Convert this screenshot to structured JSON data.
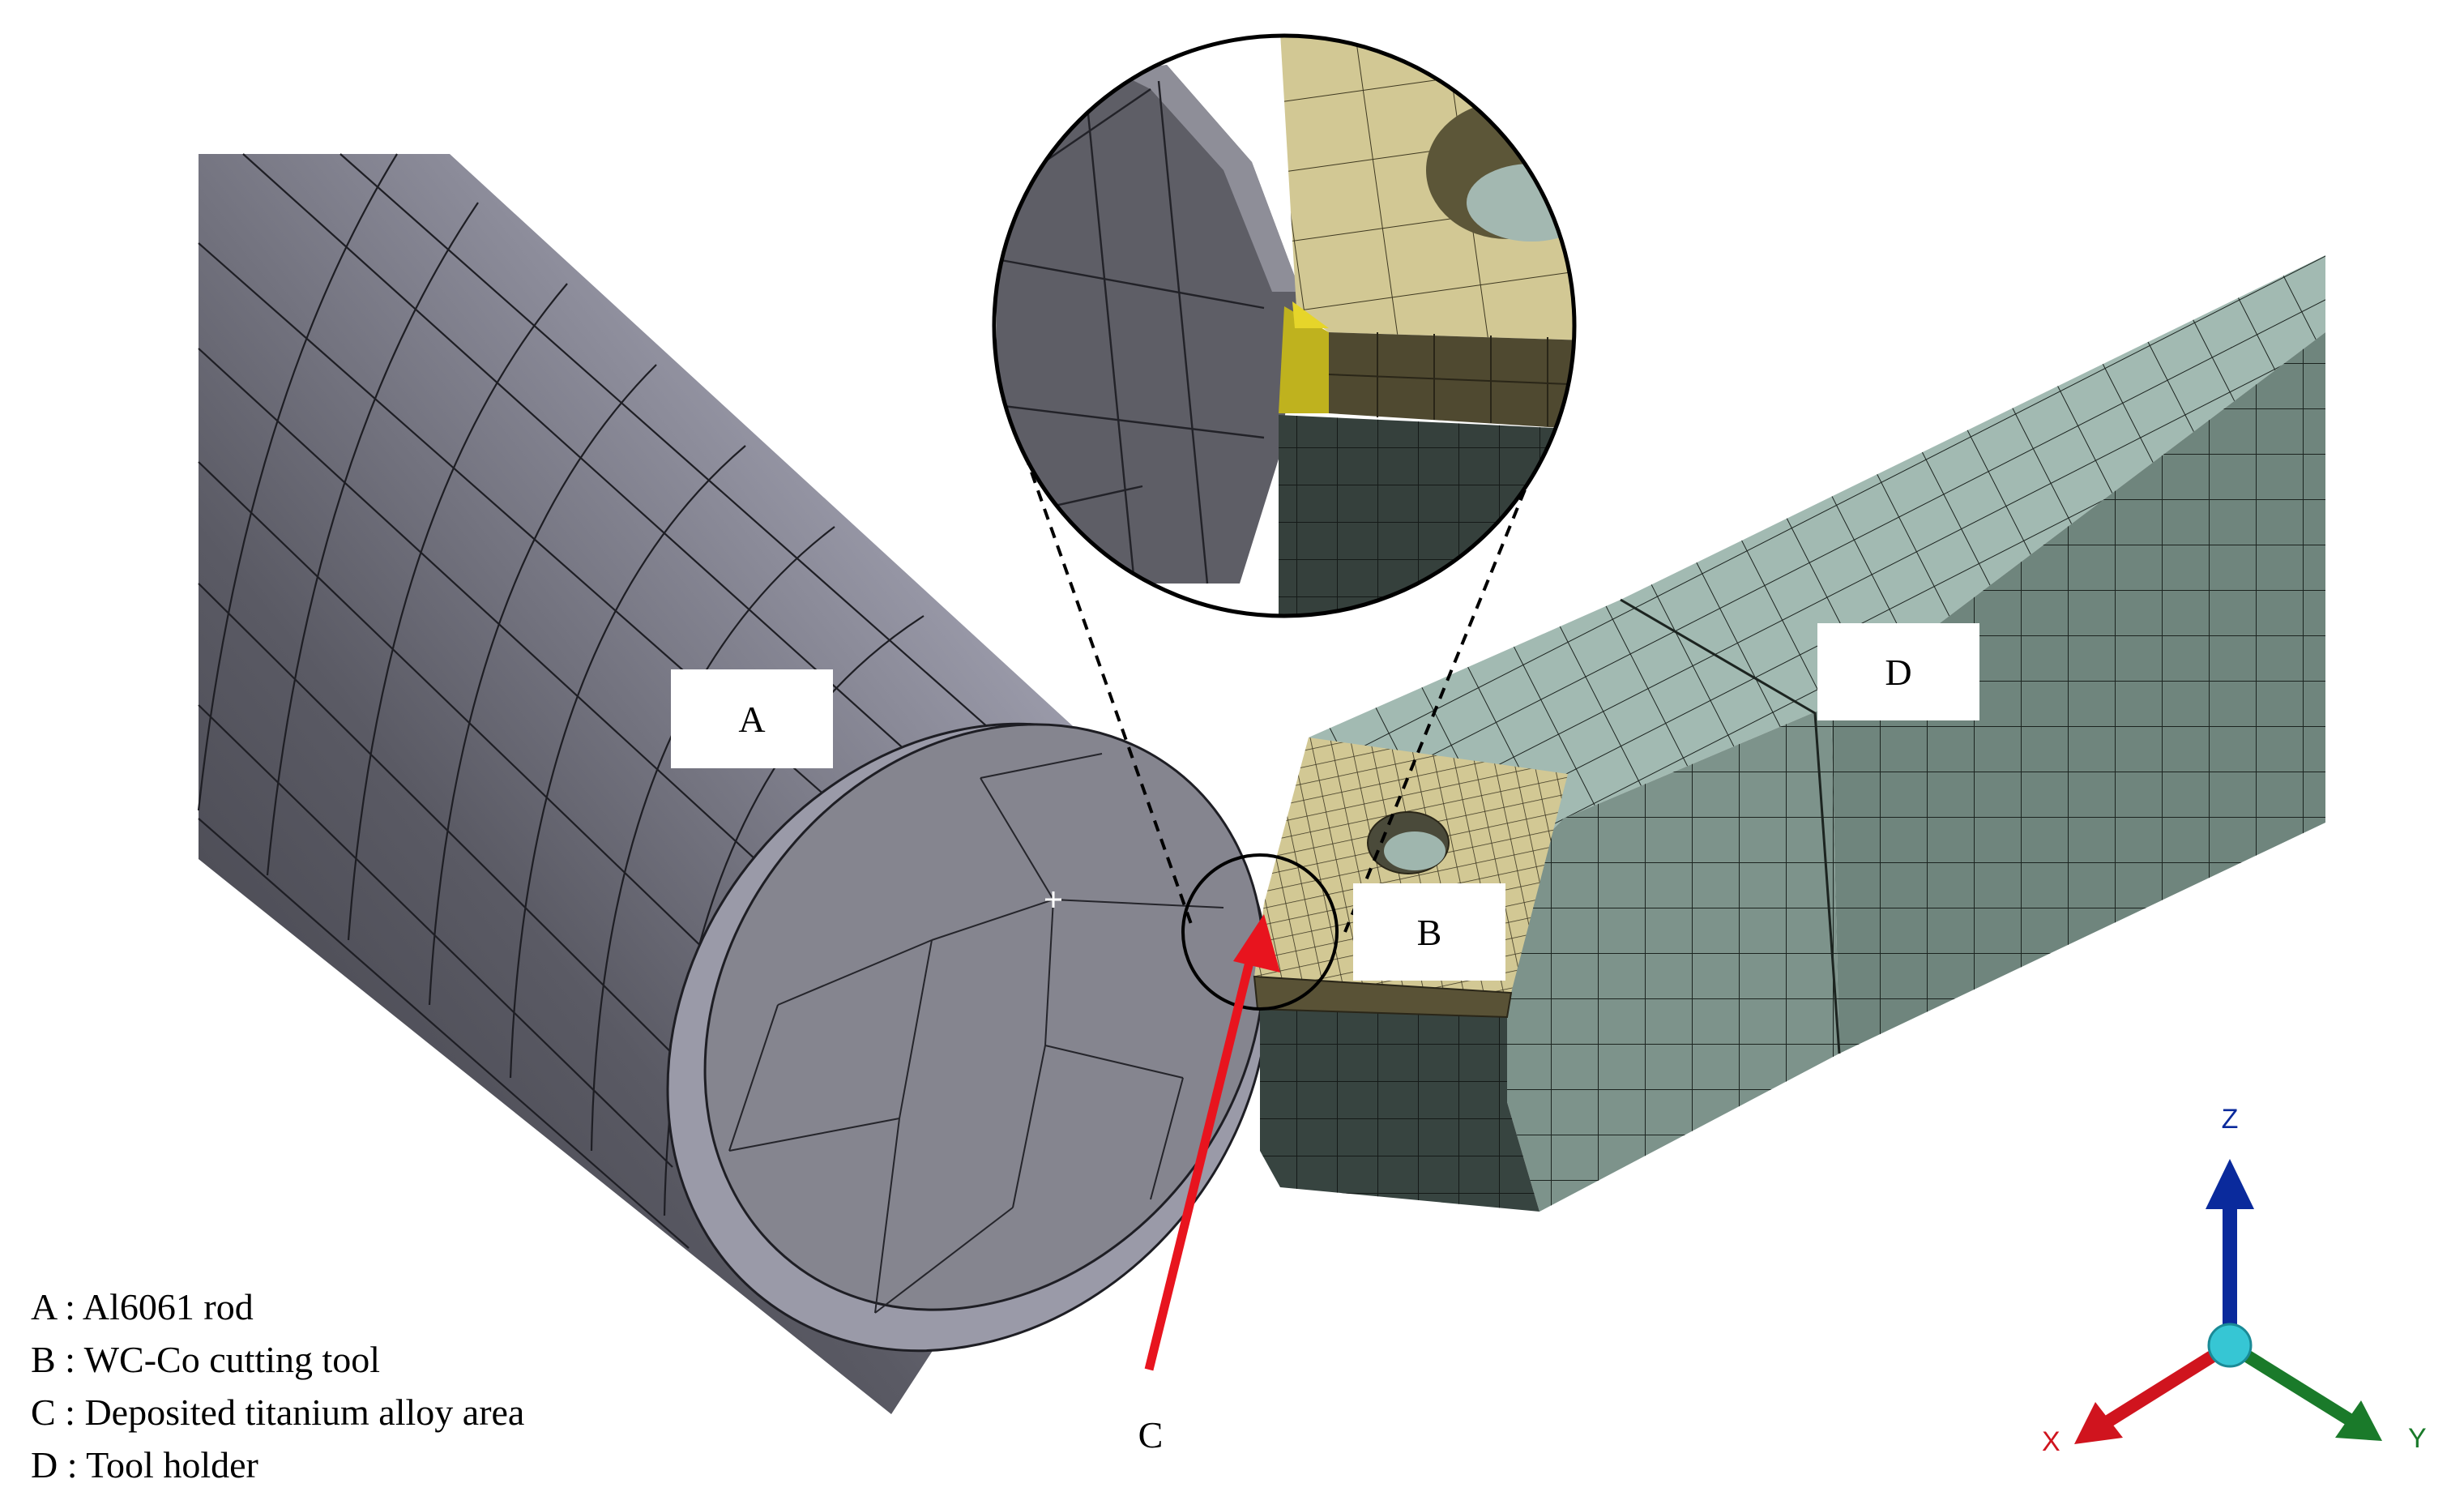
{
  "labels": {
    "a": "A",
    "b": "B",
    "c": "C",
    "d": "D"
  },
  "legend": [
    "A : Al6061 rod",
    "B : WC-Co cutting tool",
    "C : Deposited titanium alloy area",
    "D : Tool holder"
  ],
  "axes": {
    "z": "Z",
    "x": "X",
    "y": "Y"
  },
  "colors": {
    "rod_light": "#b9b9c8",
    "rod_dark": "#46464e",
    "rod_face": "#858591",
    "tool_top": "#d2c894",
    "tool_side": "#595236",
    "deposit": "#e6d52a",
    "holder_top": "#a2bab2",
    "holder_side": "#6f857d",
    "holder_dark": "#374440",
    "arrow": "#e8141e",
    "axis_z": "#0a2a9c",
    "axis_x": "#d0141e",
    "axis_y": "#1a7a2a",
    "axis_origin": "#36c6d4"
  }
}
